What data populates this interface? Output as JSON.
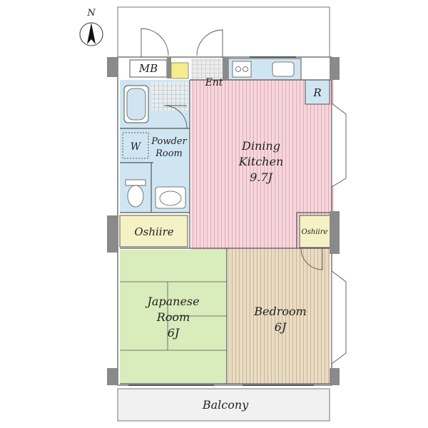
{
  "compass": {
    "label": "N"
  },
  "rooms": {
    "mb": "MB",
    "ent": "Ent",
    "refrigerator": "R",
    "washer": "W",
    "powder_room": [
      "Powder",
      "Room"
    ],
    "dining_kitchen": [
      "Dining",
      "Kitchen",
      "9.7J"
    ],
    "oshiire_left": "Oshiire",
    "oshiire_right": "Oshiire",
    "japanese_room": [
      "Japanese",
      "Room",
      "6J"
    ],
    "bedroom": [
      "Bedroom",
      "6J"
    ],
    "balcony": "Balcony"
  },
  "colors": {
    "wall": "#8a8a8a",
    "dining_kitchen": "#f6d6dc",
    "bedroom": "#eadcc4",
    "japanese_room": "#d9ecbb",
    "oshiire": "#f4f1c4",
    "bath": "#cfe6f2",
    "balcony": "#f1f1f1",
    "entrance": "#e5e5e5"
  }
}
